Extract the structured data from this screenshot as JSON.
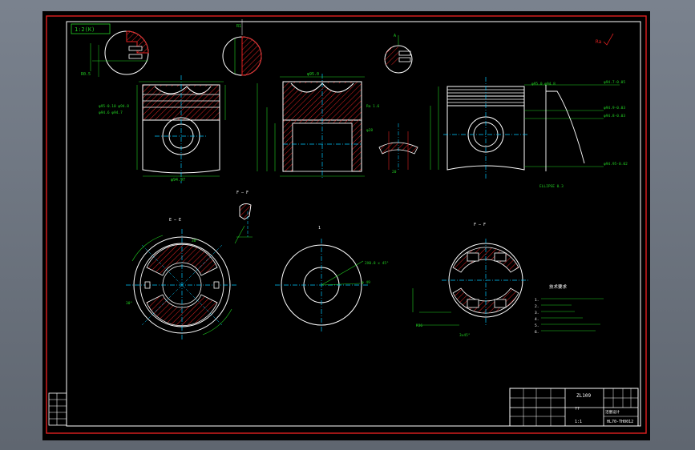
{
  "drawing": {
    "detail_ref": "1:2(K)",
    "section_labels": {
      "a": "E — E",
      "b": "F — F",
      "c": "1",
      "d": "F — F"
    },
    "roughness_corner": "Ra",
    "notes_title": "技术要求",
    "notes": [
      "1.",
      "2.",
      "3.",
      "4.",
      "5.",
      "6."
    ]
  },
  "title_block": {
    "part_name": "ZL109",
    "material": "??",
    "scale": "1:1",
    "drawing_number": "HL70-TH0012",
    "company": "活塞设计"
  },
  "colors": {
    "frame": "#e02020",
    "outline": "#ffffff",
    "dimension": "#22d022",
    "centerline": "#00c8ff",
    "hatch": "#e02020",
    "accent": "#ff40ff",
    "viewport_bg": "#000000"
  }
}
